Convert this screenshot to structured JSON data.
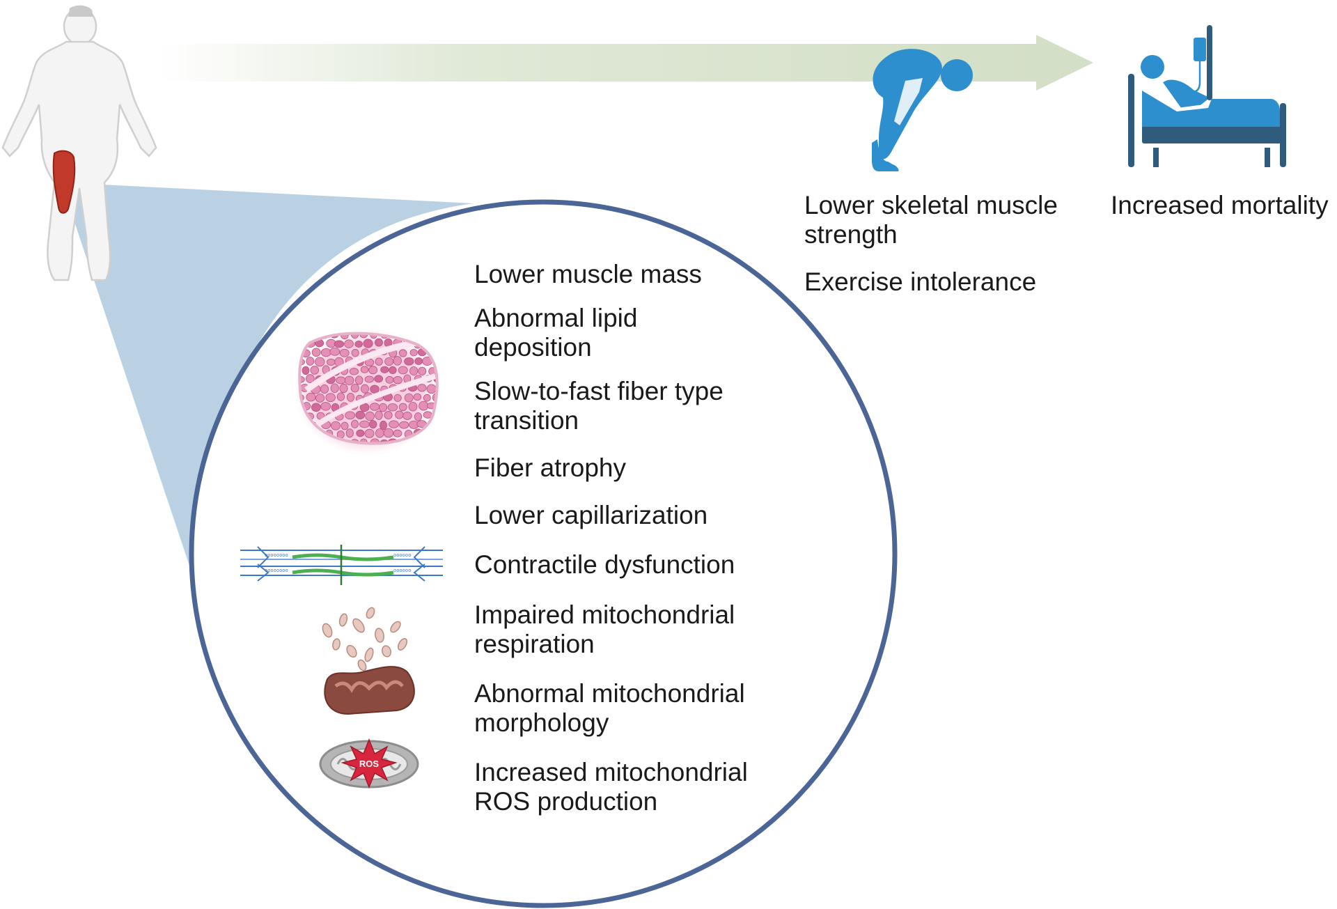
{
  "outcomes": {
    "strength": "Lower skeletal muscle\nstrength",
    "exercise": "Exercise intolerance",
    "mortality": "Increased mortality"
  },
  "muscle_changes": [
    "Lower muscle mass",
    "Abnormal lipid\ndeposition",
    "Slow-to-fast fiber type\ntransition",
    "Fiber atrophy",
    "Lower capillarization",
    "Contractile dysfunction",
    "Impaired mitochondrial\nrespiration",
    "Abnormal mitochondrial\nmorphology",
    "Increased mitochondrial\nROS production"
  ],
  "icons": {
    "ros_badge": "ROS"
  },
  "colors": {
    "circle_stroke": "#4a6596",
    "cone_fill": "#b3cce0",
    "arrow_fill": "#d3dfc6",
    "person_blue": "#2e8fcf",
    "bed_dark": "#2f5b7c",
    "muscle_red": "#c0392b",
    "tissue_pink": "#e48fb5",
    "mito_brown": "#8a4a40",
    "ros_red": "#d7263d"
  }
}
